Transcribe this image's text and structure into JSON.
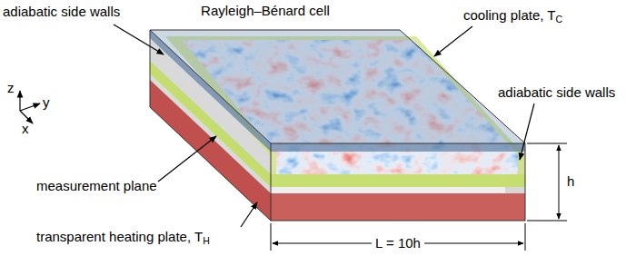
{
  "diagram": {
    "title": "Rayleigh–Bénard cell",
    "labels": [
      "adiabatic side walls",
      "cooling plate, TC",
      "adiabatic side walls",
      "z",
      "y",
      "x",
      "measurement plane",
      "transparent heating plate, TH",
      "h",
      "L = 10h"
    ]
  }
}
